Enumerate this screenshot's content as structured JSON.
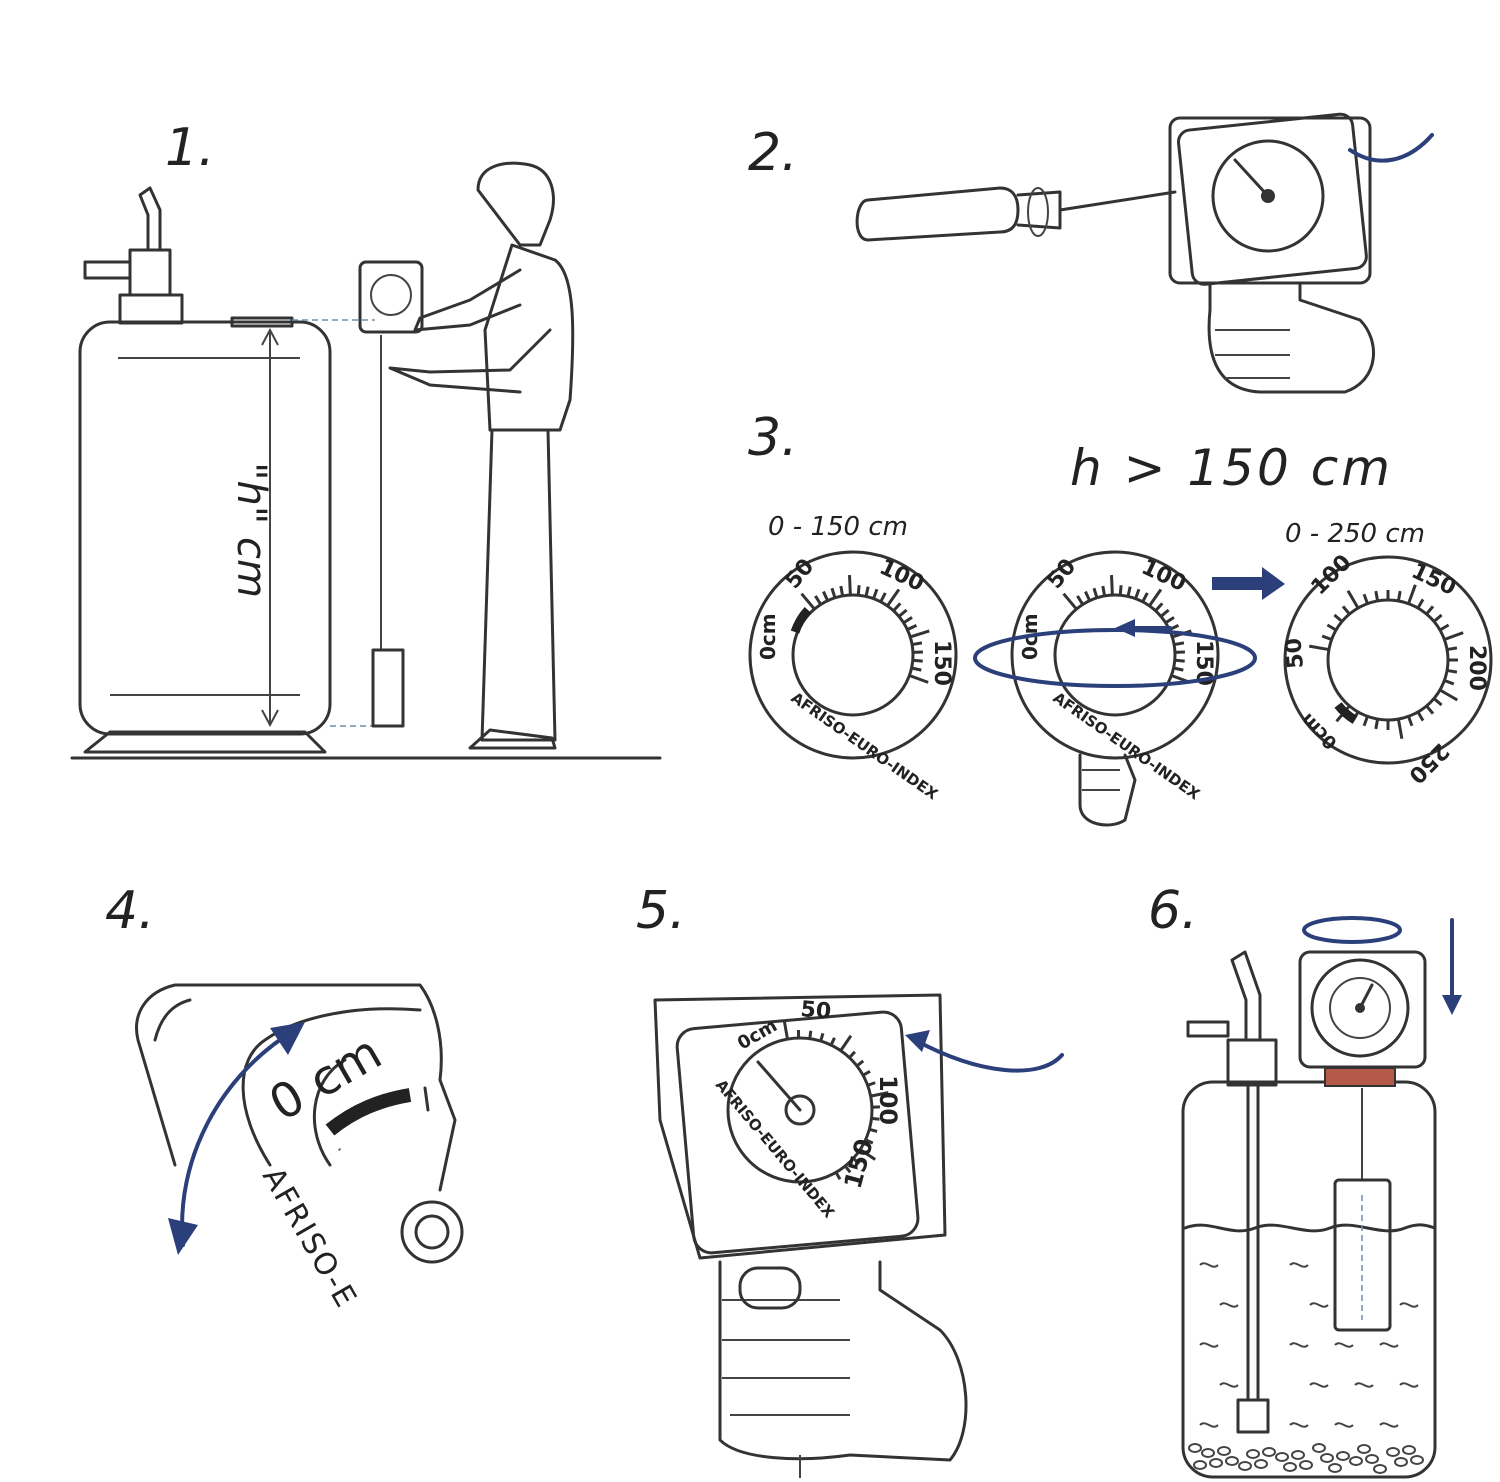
{
  "steps": {
    "s1": "1.",
    "s2": "2.",
    "s3": "3.",
    "s4": "4.",
    "s5": "5.",
    "s6": "6."
  },
  "tank_height_label": "\"h\" cm",
  "condition": "h > 150 cm",
  "dial_ranges": {
    "left": "0 - 150 cm",
    "right": "0 - 250 cm"
  },
  "dial_150": {
    "ticks": [
      "0cm",
      "50",
      "100",
      "150"
    ],
    "brand": "AFRISO-EURO-INDEX"
  },
  "dial_250": {
    "ticks": [
      "0cm",
      "50",
      "100",
      "150",
      "200",
      "250"
    ]
  },
  "closeup": {
    "zero_label": "0 cm",
    "brand_partial": "AFRISO-E"
  },
  "gauge5": {
    "ticks": [
      "0cm",
      "50",
      "100",
      "150"
    ],
    "brand": "AFRISO-EURO-INDEX"
  },
  "colors": {
    "line": "#333333",
    "accent_blue": "#2b3f7a",
    "dashed_guide": "#6a8fb0"
  }
}
